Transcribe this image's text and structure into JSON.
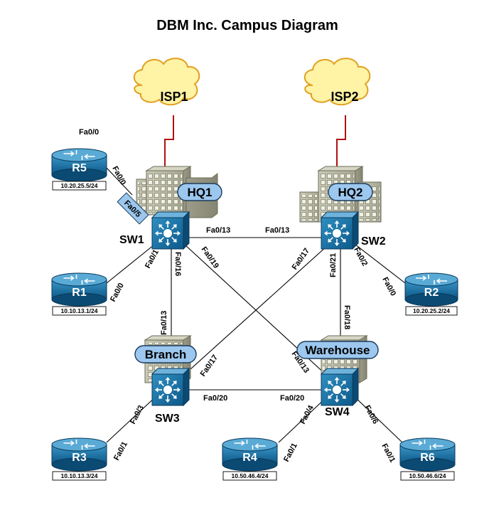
{
  "title": "DBM Inc. Campus Diagram",
  "clouds": {
    "isp1": "ISP1",
    "isp2": "ISP2"
  },
  "buildings": {
    "hq1": "HQ1",
    "hq2": "HQ2",
    "branch": "Branch",
    "warehouse": "Warehouse"
  },
  "switches": {
    "sw1": "SW1",
    "sw2": "SW2",
    "sw3": "SW3",
    "sw4": "SW4"
  },
  "routers": {
    "r1": {
      "name": "R1",
      "ip": "10.10.13.1/24"
    },
    "r2": {
      "name": "R2",
      "ip": "10.20.25.2/24"
    },
    "r3": {
      "name": "R3",
      "ip": "10.10.13.3/24"
    },
    "r4": {
      "name": "R4",
      "ip": "10.50.46.4/24"
    },
    "r5": {
      "name": "R5",
      "ip": "10.20.25.5/24"
    },
    "r6": {
      "name": "R6",
      "ip": "10.50.46.6/24"
    }
  },
  "ports": {
    "r5_top": "Fa0/0",
    "r5_link": "Fa0/0",
    "sw1_fa05": "Fa0/5",
    "sw1_fa013": "Fa0/13",
    "sw2_fa013": "Fa0/13",
    "sw1_fa01": "Fa0/1",
    "r1_fa00": "Fa0/0",
    "sw1_fa016": "Fa0/16",
    "sw1_fa019": "Fa0/19",
    "sw2_fa017": "Fa0/17",
    "sw2_fa021": "Fa0/21",
    "sw2_fa02": "Fa0/2",
    "r2_fa00": "Fa0/0",
    "sw3_fa013": "Fa0/13",
    "sw4_fa018": "Fa0/18",
    "sw3_fa017": "Fa0/17",
    "sw4_fa013": "Fa0/13",
    "sw3_fa020": "Fa0/20",
    "sw4_fa020": "Fa0/20",
    "sw3_fa03": "Fa0/3",
    "r3_fa01": "Fa0/1",
    "sw4_fa04": "Fa0/4",
    "r4_fa01": "Fa0/1",
    "sw4_fa06": "Fa0/6",
    "r6_fa01": "Fa0/1"
  },
  "colors": {
    "device_blue": "#0f6aa0",
    "device_dark": "#0b4a73",
    "switch_face": "#1a7fb0",
    "building_label_fill": "#9cc7ee",
    "building_gray": "#b7b7a4",
    "cloud_fill": "#fff3a5",
    "cloud_stroke": "#e0a020",
    "wan_link": "#b01010",
    "link": "#000000"
  }
}
